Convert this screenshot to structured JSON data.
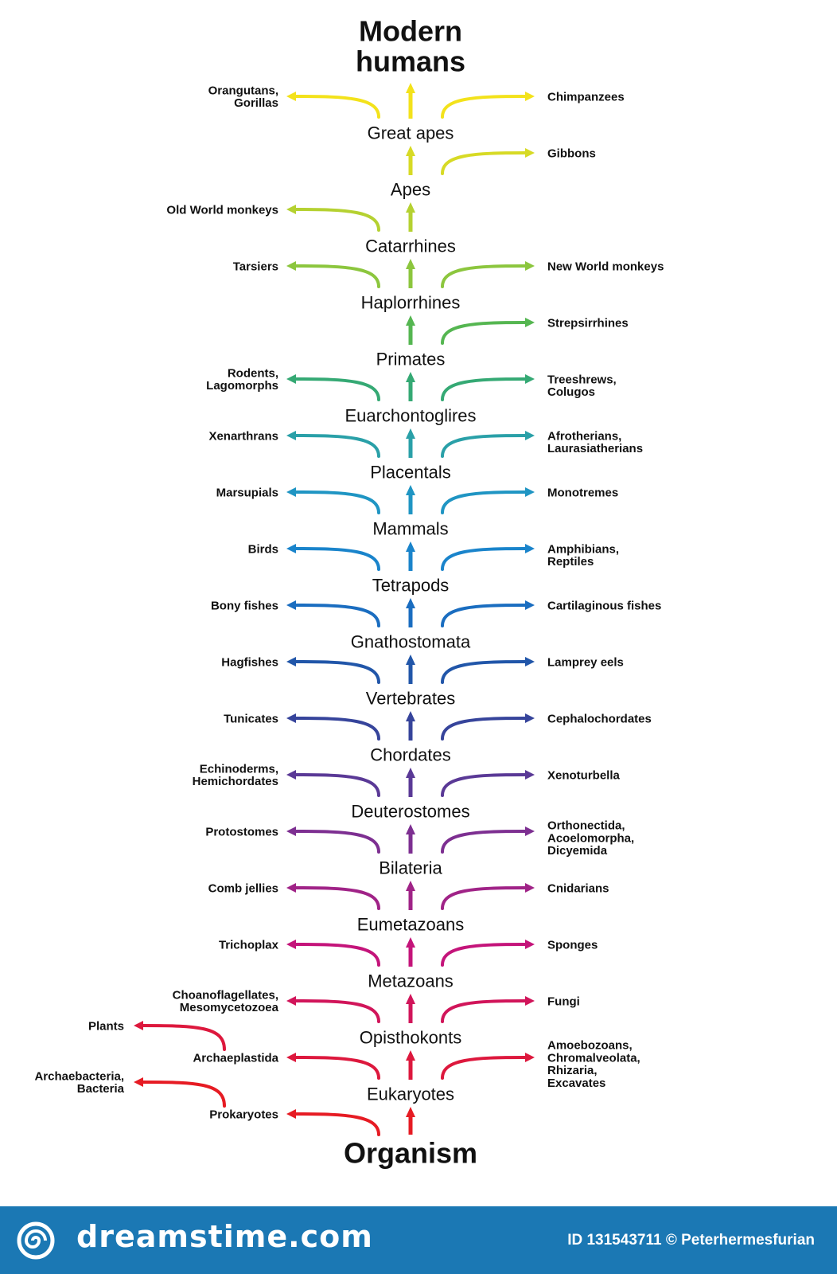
{
  "diagram": {
    "top_title": "Modern\nhumans",
    "bottom_title": "Organism",
    "trunk": [
      "Great apes",
      "Apes",
      "Catarrhines",
      "Haplorrhines",
      "Primates",
      "Euarchontoglires",
      "Placentals",
      "Mammals",
      "Tetrapods",
      "Gnathostomata",
      "Vertebrates",
      "Chordates",
      "Deuterostomes",
      "Bilateria",
      "Eumetazoans",
      "Metazoans",
      "Opisthokonts",
      "Eukaryotes"
    ],
    "left_branches": [
      "Orangutans,\nGorillas",
      "",
      "Old World monkeys",
      "Tarsiers",
      "",
      "Rodents,\nLagomorphs",
      "Xenarthrans",
      "Marsupials",
      "Birds",
      "Bony fishes",
      "Hagfishes",
      "Tunicates",
      "Echinoderms,\nHemichordates",
      "Protostomes",
      "Comb jellies",
      "Trichoplax",
      "Choanoflagellates,\nMesomycetozoea",
      "Archaeplastida",
      "Prokaryotes"
    ],
    "right_branches": [
      "Chimpanzees",
      "Gibbons",
      "",
      "New World monkeys",
      "Strepsirrhines",
      "Treeshrews,\nColugos",
      "Afrotherians,\nLaurasiatherians",
      "Monotremes",
      "Amphibians,\nReptiles",
      "Cartilaginous fishes",
      "Lamprey eels",
      "Cephalochordates",
      "Xenoturbella",
      "Orthonectida,\nAcoelomorpha,\nDicyemida",
      "Cnidarians",
      "Sponges",
      "Fungi",
      "Amoebozoans,\nChromalveolata,\nRhizaria,\nExcavates",
      ""
    ],
    "far_left_branches": [
      {
        "label": "Plants",
        "from_level": 17
      },
      {
        "label": "Archaebacteria,\nBacteria",
        "from_level": 18
      }
    ],
    "colors": [
      "#e61b23",
      "#d8164a",
      "#c4147a",
      "#8e2a8e",
      "#5a3996",
      "#244a9e",
      "#1a6dc0",
      "#1a8fd0",
      "#2aa0a8",
      "#3aae5a",
      "#8cc63e",
      "#c9d62a",
      "#f3e21b"
    ]
  },
  "footer": {
    "brand": "dreamstime.com",
    "credit": "ID 131543711 © Peterhermesfurian",
    "logo_icon": "spiral-icon"
  }
}
